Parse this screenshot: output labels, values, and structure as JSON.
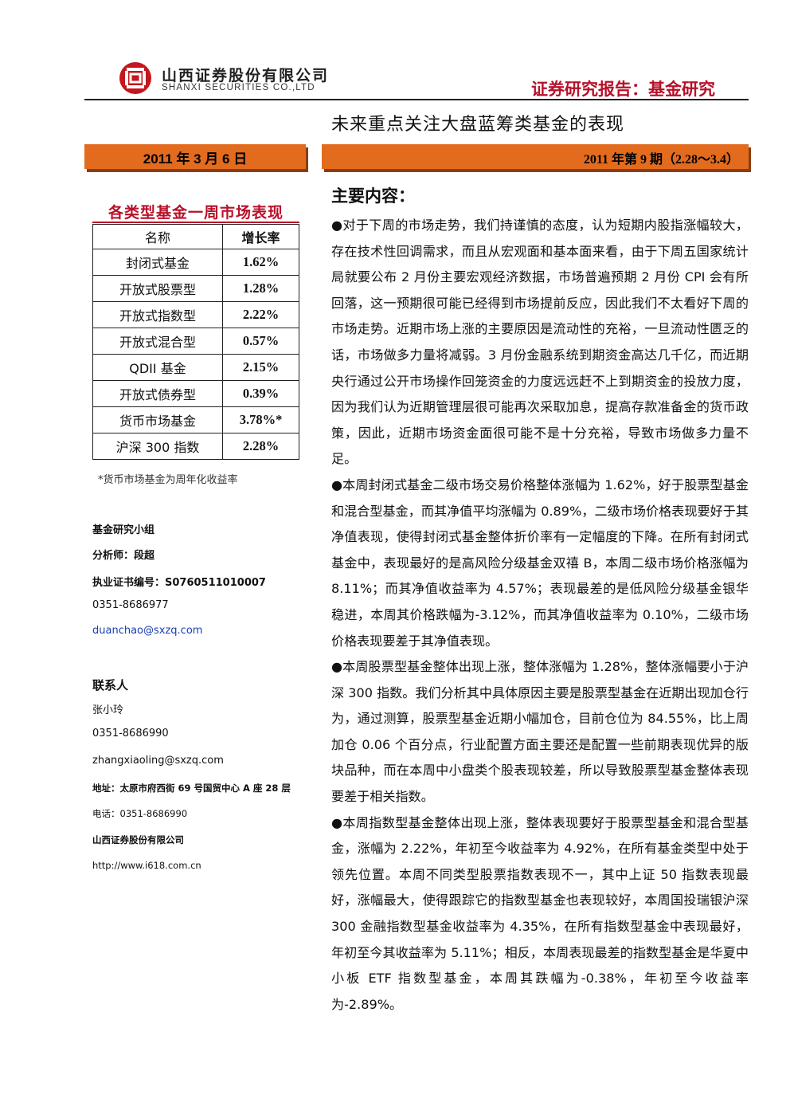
{
  "header": {
    "company_cn": "山西证券股份有限公司",
    "company_en": "SHANXI SECURITIES CO.,LTD",
    "report_type": "证券研究报告：基金研究"
  },
  "title": "未来重点关注大盘蓝筹类基金的表现",
  "date": "2011 年 3 月 6 日",
  "issue": "2011 年第 9 期（2.28～3.4）",
  "sidebar": {
    "table_title": "各类型基金一周市场表现",
    "table_headers": [
      "名称",
      "增长率"
    ],
    "table_rows": [
      [
        "封闭式基金",
        "1.62%"
      ],
      [
        "开放式股票型",
        "1.28%"
      ],
      [
        "开放式指数型",
        "2.22%"
      ],
      [
        "开放式混合型",
        "0.57%"
      ],
      [
        "QDII 基金",
        "2.15%"
      ],
      [
        "开放式债券型",
        "0.39%"
      ],
      [
        "货币市场基金",
        "3.78%*"
      ],
      [
        "沪深 300 指数",
        "2.28%"
      ]
    ],
    "table_note": "*货币市场基金为周年化收益率",
    "contacts": {
      "group": "基金研究小组",
      "analyst": "分析师：段超",
      "license": "执业证书编号：S0760511010007",
      "phone": "0351-8686977",
      "email": "duanchao@sxzq.com",
      "contact_heading": "联系人",
      "contact_name": "张小玲",
      "contact_phone": "0351-8686990",
      "contact_email": "zhangxiaoling@sxzq.com",
      "address": "地址：太原市府西街 69 号国贸中心 A 座 28 层",
      "tel": "电话：0351-8686990",
      "company": "山西证券股份有限公司",
      "website": "http://www.i618.com.cn"
    }
  },
  "main": {
    "heading": "主要内容：",
    "bullet_symbol": "●",
    "paragraphs": [
      "对于下周的市场走势，我们持谨慎的态度，认为短期内股指涨幅较大，存在技术性回调需求，而且从宏观面和基本面来看，由于下周五国家统计局就要公布 2 月份主要宏观经济数据，市场普遍预期 2 月份 CPI 会有所回落，这一预期很可能已经得到市场提前反应，因此我们不太看好下周的市场走势。近期市场上涨的主要原因是流动性的充裕，一旦流动性匮乏的话，市场做多力量将减弱。3 月份金融系统到期资金高达几千亿，而近期央行通过公开市场操作回笼资金的力度远远赶不上到期资金的投放力度，因为我们认为近期管理层很可能再次采取加息，提高存款准备金的货币政策，因此，近期市场资金面很可能不是十分充裕，导致市场做多力量不足。",
      "本周封闭式基金二级市场交易价格整体涨幅为 1.62%，好于股票型基金和混合型基金，而其净值平均涨幅为 0.89%，二级市场价格表现要好于其净值表现，使得封闭式基金整体折价率有一定幅度的下降。在所有封闭式基金中，表现最好的是高风险分级基金双禧 B，本周二级市场价格涨幅为 8.11%；而其净值收益率为 4.57%；表现最差的是低风险分级基金银华稳进，本周其价格跌幅为-3.12%，而其净值收益率为 0.10%，二级市场价格表现要差于其净值表现。",
      "本周股票型基金整体出现上涨，整体涨幅为 1.28%，整体涨幅要小于沪深 300 指数。我们分析其中具体原因主要是股票型基金在近期出现加仓行为，通过测算，股票型基金近期小幅加仓，目前仓位为 84.55%，比上周加仓 0.06 个百分点，行业配置方面主要还是配置一些前期表现优异的版块品种，而在本周中小盘类个股表现较差，所以导致股票型基金整体表现要差于相关指数。",
      "本周指数型基金整体出现上涨，整体表现要好于股票型基金和混合型基金，涨幅为 2.22%，年初至今收益率为 4.92%，在所有基金类型中处于领先位置。本周不同类型股票指数表现不一，其中上证 50 指数表现最好，涨幅最大，使得跟踪它的指数型基金也表现较好，本周国投瑞银沪深 300 金融指数型基金收益率为 4.35%，在所有指数型基金中表现最好，年初至今其收益率为 5.11%；相反，本周表现最差的指数型基金是华夏中小板 ETF 指数型基金，本周其跌幅为-0.38%，年初至今收益率为-2.89%。"
    ]
  },
  "colors": {
    "accent_red": "#b8102a",
    "bar_orange": "#e36b1d",
    "link_blue": "#1a3fb0"
  }
}
